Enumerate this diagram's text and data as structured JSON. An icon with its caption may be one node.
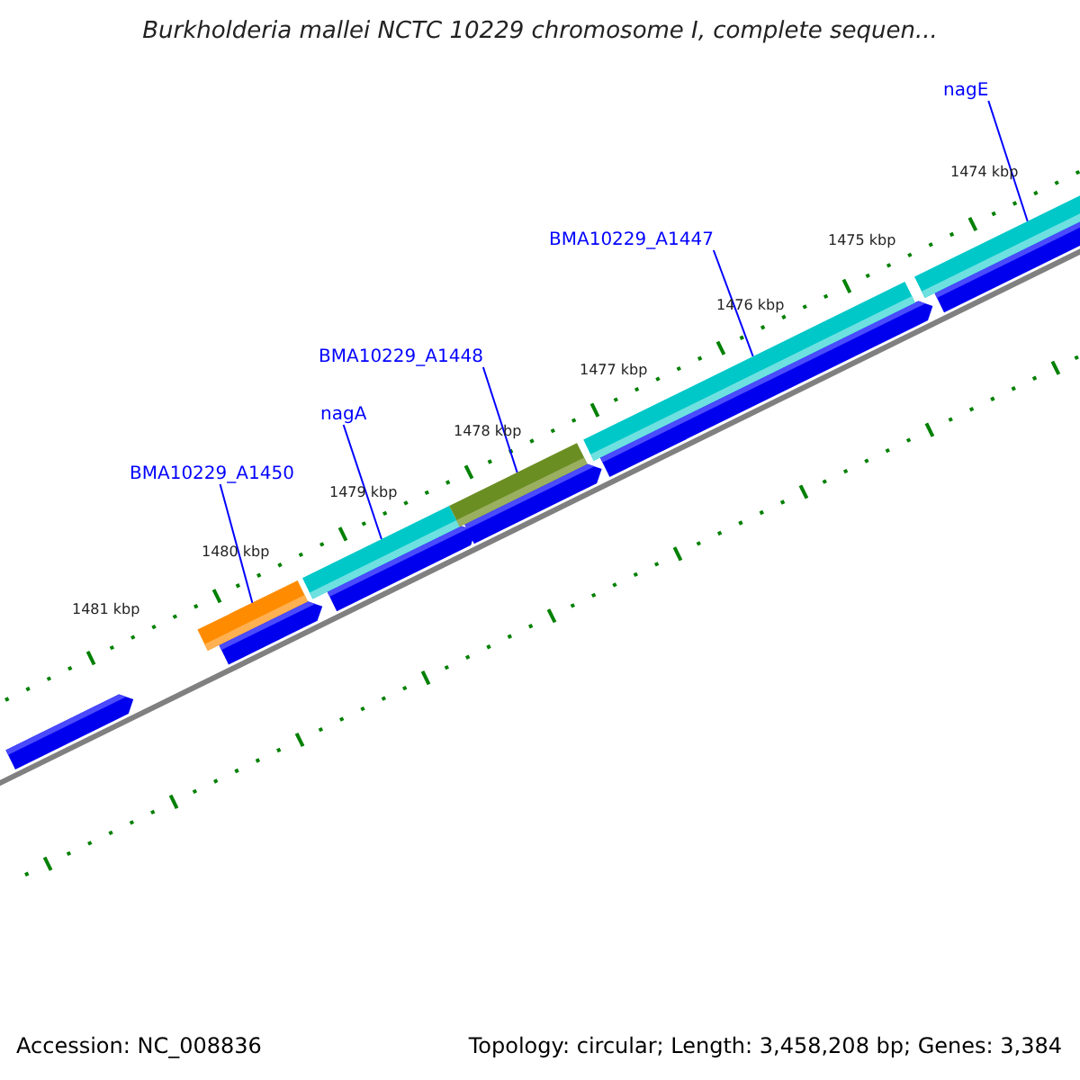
{
  "diagram": {
    "title": "Burkholderia mallei NCTC 10229 chromosome I, complete sequen...",
    "nodes": [
      {
        "text": [
          "BMA10229_A1450"
        ]
      },
      {
        "text": [
          "nagA"
        ]
      },
      {
        "text": [
          "BMA10229_A1448"
        ]
      },
      {
        "text": [
          "BMA10229_A1447"
        ]
      },
      {
        "text": [
          "nagE"
        ]
      },
      {
        "text": [],
        "shape": "bar"
      },
      {
        "text": [],
        "shape": "bar"
      },
      {
        "text": [],
        "shape": "bar"
      },
      {
        "text": [],
        "shape": "bar"
      },
      {
        "text": [],
        "shape": "bar"
      }
    ],
    "edges": [
      {
        "from": 0,
        "to": 5,
        "arrow": "none"
      },
      {
        "from": 1,
        "to": 6,
        "arrow": "none"
      },
      {
        "from": 2,
        "to": 7,
        "arrow": "none"
      },
      {
        "from": 3,
        "to": 8,
        "arrow": "none"
      },
      {
        "from": 4,
        "to": 9,
        "arrow": "none"
      }
    ],
    "labels": [
      "1474 kbp",
      "1475 kbp",
      "1476 kbp",
      "1477 kbp",
      "1478 kbp",
      "1479 kbp",
      "1480 kbp",
      "1481 kbp",
      "Accession: NC_008836",
      "Topology: circular; Length: 3,458,208 bp; Genes: 3,384"
    ]
  }
}
